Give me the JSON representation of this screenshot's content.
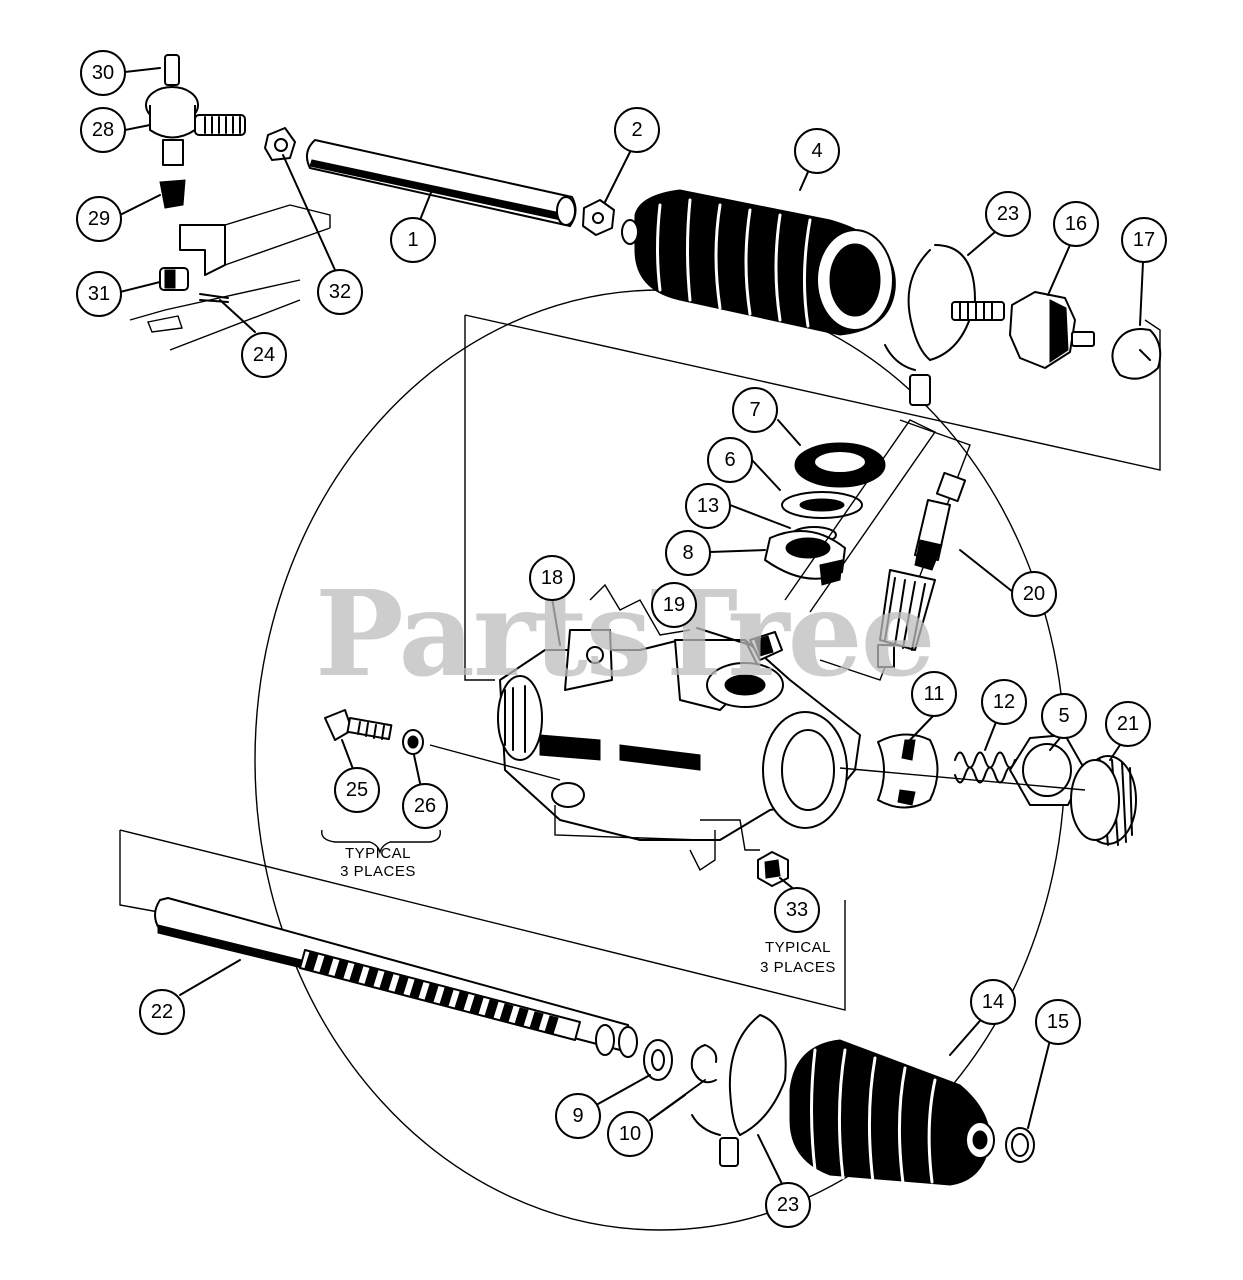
{
  "watermark": "PartsTree",
  "callouts": [
    {
      "id": "c30",
      "label": "30"
    },
    {
      "id": "c28",
      "label": "28"
    },
    {
      "id": "c29",
      "label": "29"
    },
    {
      "id": "c31",
      "label": "31"
    },
    {
      "id": "c32",
      "label": "32"
    },
    {
      "id": "c24",
      "label": "24"
    },
    {
      "id": "c1",
      "label": "1"
    },
    {
      "id": "c2",
      "label": "2"
    },
    {
      "id": "c4",
      "label": "4"
    },
    {
      "id": "c23a",
      "label": "23"
    },
    {
      "id": "c16",
      "label": "16"
    },
    {
      "id": "c17",
      "label": "17"
    },
    {
      "id": "c7",
      "label": "7"
    },
    {
      "id": "c6",
      "label": "6"
    },
    {
      "id": "c13",
      "label": "13"
    },
    {
      "id": "c8",
      "label": "8"
    },
    {
      "id": "c18",
      "label": "18"
    },
    {
      "id": "c19",
      "label": "19"
    },
    {
      "id": "c20",
      "label": "20"
    },
    {
      "id": "c11",
      "label": "11"
    },
    {
      "id": "c12",
      "label": "12"
    },
    {
      "id": "c5",
      "label": "5"
    },
    {
      "id": "c21",
      "label": "21"
    },
    {
      "id": "c25",
      "label": "25"
    },
    {
      "id": "c26",
      "label": "26"
    },
    {
      "id": "c33",
      "label": "33"
    },
    {
      "id": "c22",
      "label": "22"
    },
    {
      "id": "c14",
      "label": "14"
    },
    {
      "id": "c15",
      "label": "15"
    },
    {
      "id": "c9",
      "label": "9"
    },
    {
      "id": "c10",
      "label": "10"
    },
    {
      "id": "c23b",
      "label": "23"
    }
  ],
  "notes": {
    "left_line1": "TYPICAL",
    "left_line2": "3 PLACES",
    "right_line1": "TYPICAL",
    "right_line2": "3 PLACES"
  }
}
